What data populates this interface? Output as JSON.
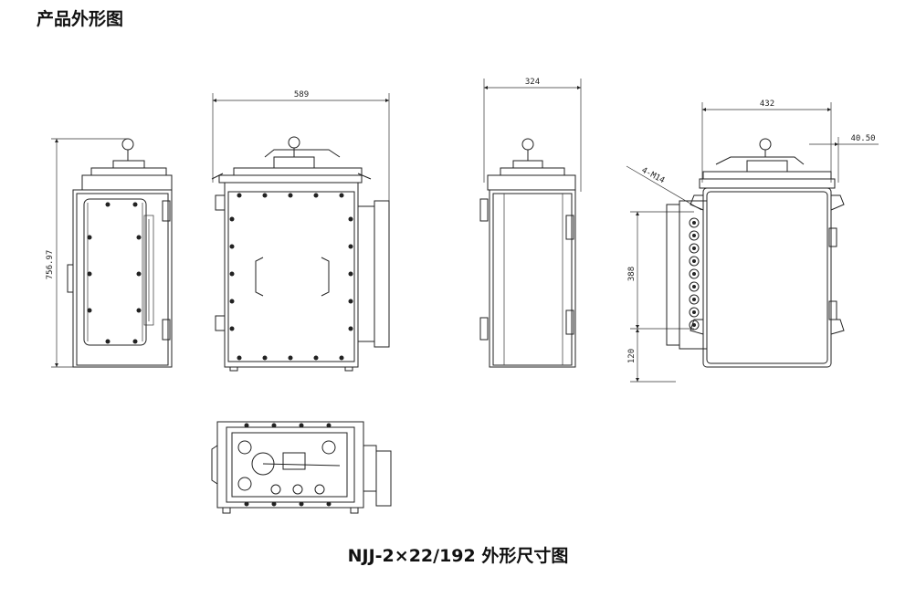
{
  "page_title": "产品外形图",
  "caption": "NJJ-2×22/192 外形尺寸图",
  "dimensions": {
    "height_total": "756.97",
    "width_front": "589",
    "width_side": "324",
    "width_back": "432",
    "offset_back": "40.50",
    "holes_label": "4-M14",
    "hole_spacing": "388",
    "hole_bottom": "120"
  }
}
